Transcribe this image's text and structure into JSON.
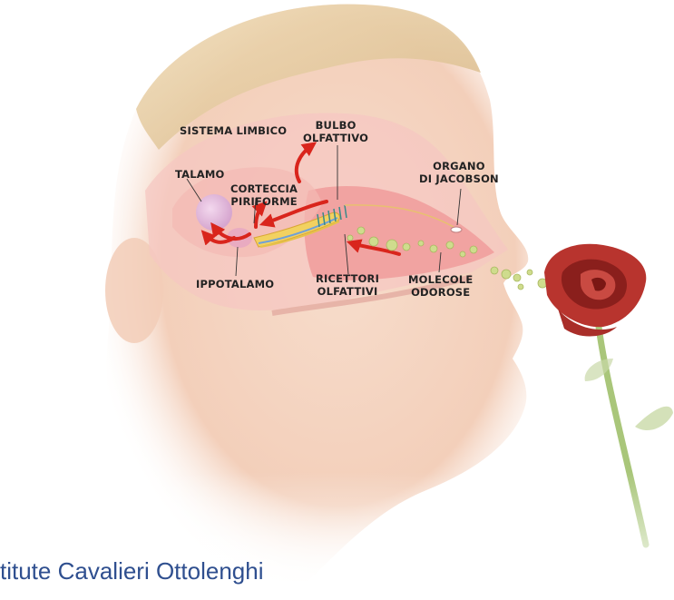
{
  "labels": {
    "sistema_limbico": "SISTEMA LIMBICO",
    "bulbo_olfattivo": "BULBO\nOLFATTIVO",
    "talamo": "TALAMO",
    "corteccia_piriforme": "CORTECCIA\nPIRIFORME",
    "organo_jacobson": "ORGANO\nDI JACOBSON",
    "ippotalamo": "IPPOTALAMO",
    "ricettori_olfattivi": "RICETTORI\nOLFATTIVI",
    "molecole_odorose": "MOLECOLE\nODOROSE"
  },
  "footer": {
    "text": "titute Cavalieri Ottolenghi"
  },
  "colors": {
    "arrow": "#d9251c",
    "skin": "#f6d8c5",
    "skin_shadow": "#e9b9a3",
    "nasal_cavity": "#f2a0a0",
    "hair": "#e8cfa3",
    "molecule": "#c9d98a",
    "rose": "#b8342e",
    "stem": "#9fbf6b",
    "footer_text": "#2f4f8f"
  }
}
